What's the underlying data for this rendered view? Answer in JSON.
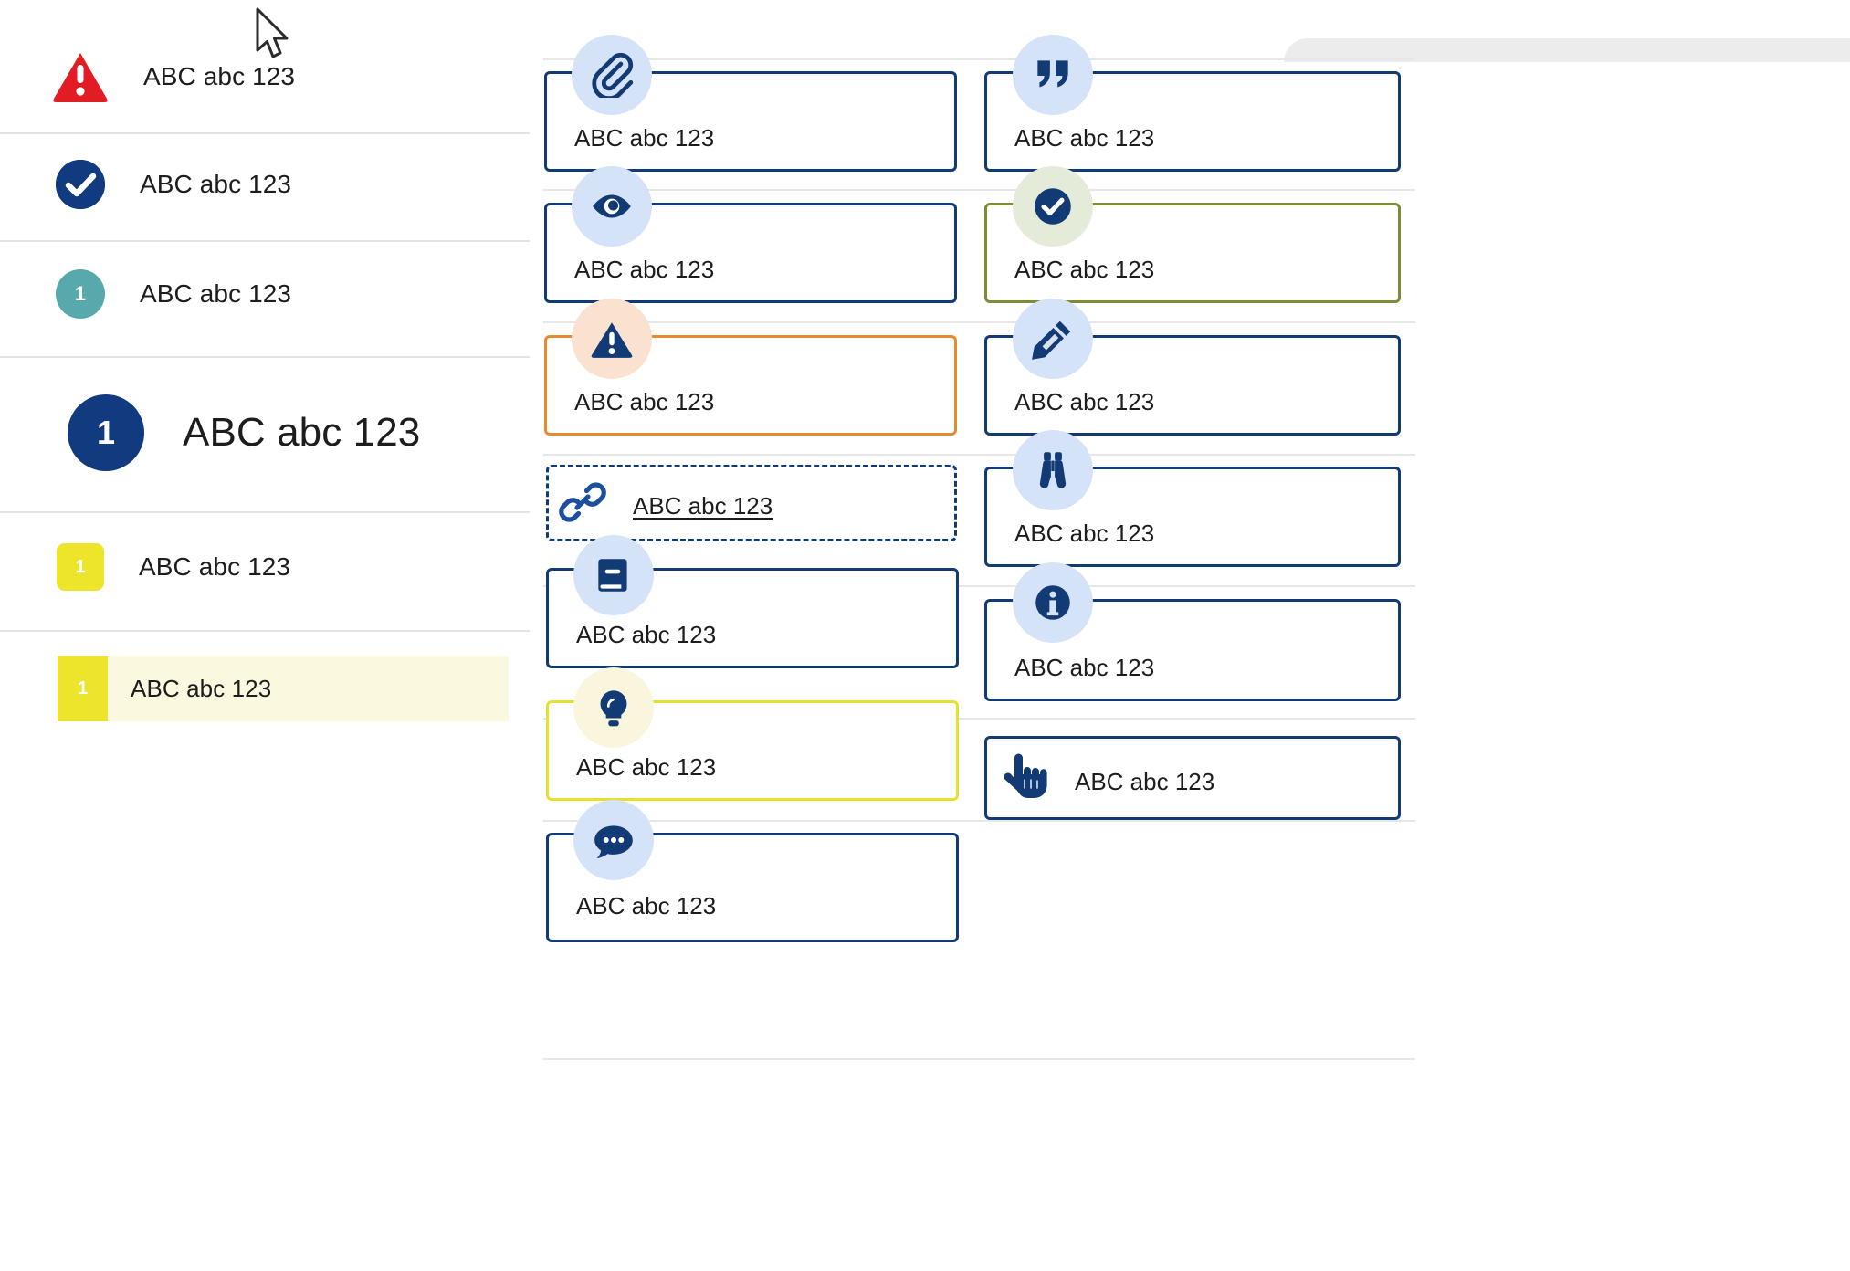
{
  "sample_text": "ABC abc 123",
  "colors": {
    "navy": "#113a7f",
    "card_navy": "#123a74",
    "red": "#e31b23",
    "teal": "#58a9ab",
    "yellow": "#ece52c",
    "orange": "#e8892b",
    "olive": "#7d8c37",
    "icon_blue_bg": "#d5e3f8",
    "icon_peach_bg": "#fbe2d0",
    "icon_green_bg": "#e4ecd9",
    "icon_cream_bg": "#faf6dd",
    "highlight_bg": "#fbf8e0",
    "divider": "#e3e3e3"
  },
  "sidebar": {
    "items": [
      {
        "id": "warning",
        "icon": "warning-triangle-icon",
        "badge_text": "",
        "label": "ABC abc 123",
        "size": "normal"
      },
      {
        "id": "check",
        "icon": "check-circle-icon",
        "badge_text": "",
        "label": "ABC abc 123",
        "size": "normal"
      },
      {
        "id": "teal-number",
        "icon": "number-circle-icon",
        "badge_text": "1",
        "label": "ABC abc 123",
        "size": "normal"
      },
      {
        "id": "navy-number",
        "icon": "number-circle-icon",
        "badge_text": "1",
        "label": "ABC abc 123",
        "size": "large"
      },
      {
        "id": "yellow-number",
        "icon": "number-square-icon",
        "badge_text": "1",
        "label": "ABC abc 123",
        "size": "normal"
      },
      {
        "id": "selected-row",
        "icon": "number-bar-icon",
        "badge_text": "1",
        "label": "ABC abc 123",
        "size": "normal",
        "selected": true
      }
    ]
  },
  "middle_column": {
    "cards": [
      {
        "id": "attachment",
        "icon": "paperclip-icon",
        "icon_bg": "blue",
        "border": "navy",
        "label": "ABC abc 123"
      },
      {
        "id": "visibility",
        "icon": "eye-icon",
        "icon_bg": "blue",
        "border": "navy",
        "label": "ABC abc 123"
      },
      {
        "id": "alert",
        "icon": "warning-alert-icon",
        "icon_bg": "peach",
        "border": "orange",
        "label": "ABC abc 123"
      },
      {
        "id": "link",
        "icon": "link-icon",
        "icon_bg": "none",
        "border": "dashed",
        "label": "ABC abc 123",
        "underline": true
      },
      {
        "id": "reference",
        "icon": "book-icon",
        "icon_bg": "blue",
        "border": "navy",
        "label": "ABC abc 123"
      },
      {
        "id": "tip",
        "icon": "lightbulb-icon",
        "icon_bg": "cream",
        "border": "yellow",
        "label": "ABC abc 123"
      },
      {
        "id": "comment",
        "icon": "chat-bubble-icon",
        "icon_bg": "blue",
        "border": "navy",
        "label": "ABC abc 123"
      }
    ]
  },
  "right_column": {
    "cards": [
      {
        "id": "quote",
        "icon": "quote-icon",
        "icon_bg": "blue",
        "border": "navy",
        "label": "ABC abc 123"
      },
      {
        "id": "success",
        "icon": "check-circle-icon",
        "icon_bg": "green",
        "border": "olive",
        "label": "ABC abc 123"
      },
      {
        "id": "edit",
        "icon": "pencil-icon",
        "icon_bg": "blue",
        "border": "navy",
        "label": "ABC abc 123"
      },
      {
        "id": "observe",
        "icon": "binoculars-icon",
        "icon_bg": "blue",
        "border": "navy",
        "label": "ABC abc 123"
      },
      {
        "id": "info",
        "icon": "info-circle-icon",
        "icon_bg": "blue",
        "border": "navy",
        "label": "ABC abc 123"
      },
      {
        "id": "action",
        "icon": "hand-pointer-icon",
        "icon_bg": "none",
        "border": "navy",
        "label": "ABC abc 123"
      }
    ]
  },
  "pointer": {
    "icon": "mouse-cursor-icon"
  }
}
